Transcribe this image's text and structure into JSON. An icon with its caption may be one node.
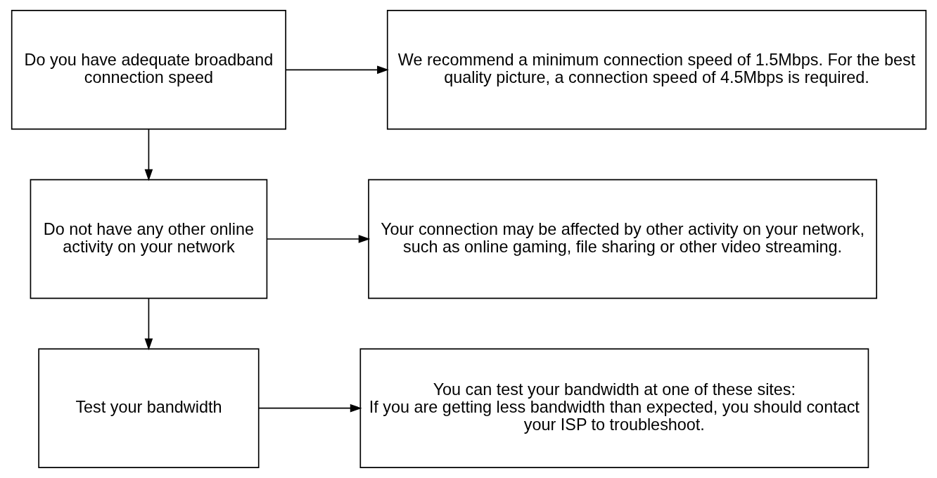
{
  "diagram": {
    "nodes": [
      {
        "text": [
          "Do you have adequate broadband connection speed"
        ]
      },
      {
        "text": [
          "We recommend a minimum connection speed of 1.5Mbps. For the best quality picture, a connection speed of 4.5Mbps is required."
        ]
      },
      {
        "text": [
          "Do not have any other online activity on your network"
        ]
      },
      {
        "text": [
          "Your connection may be affected by other activity on your network, such as online gaming, file sharing or other video streaming."
        ]
      },
      {
        "text": [
          "Test your bandwidth"
        ]
      },
      {
        "text": [
          "You can test your bandwidth at one of these sites:",
          "If you are getting less bandwidth than expected, you should contact your ISP to troubleshoot."
        ]
      }
    ],
    "edges": [
      {
        "from": 0,
        "to": 1,
        "arrow": "to"
      },
      {
        "from": 0,
        "to": 2,
        "arrow": "to"
      },
      {
        "from": 2,
        "to": 3,
        "arrow": "to"
      },
      {
        "from": 2,
        "to": 4,
        "arrow": "to"
      },
      {
        "from": 4,
        "to": 5,
        "arrow": "to"
      }
    ]
  }
}
